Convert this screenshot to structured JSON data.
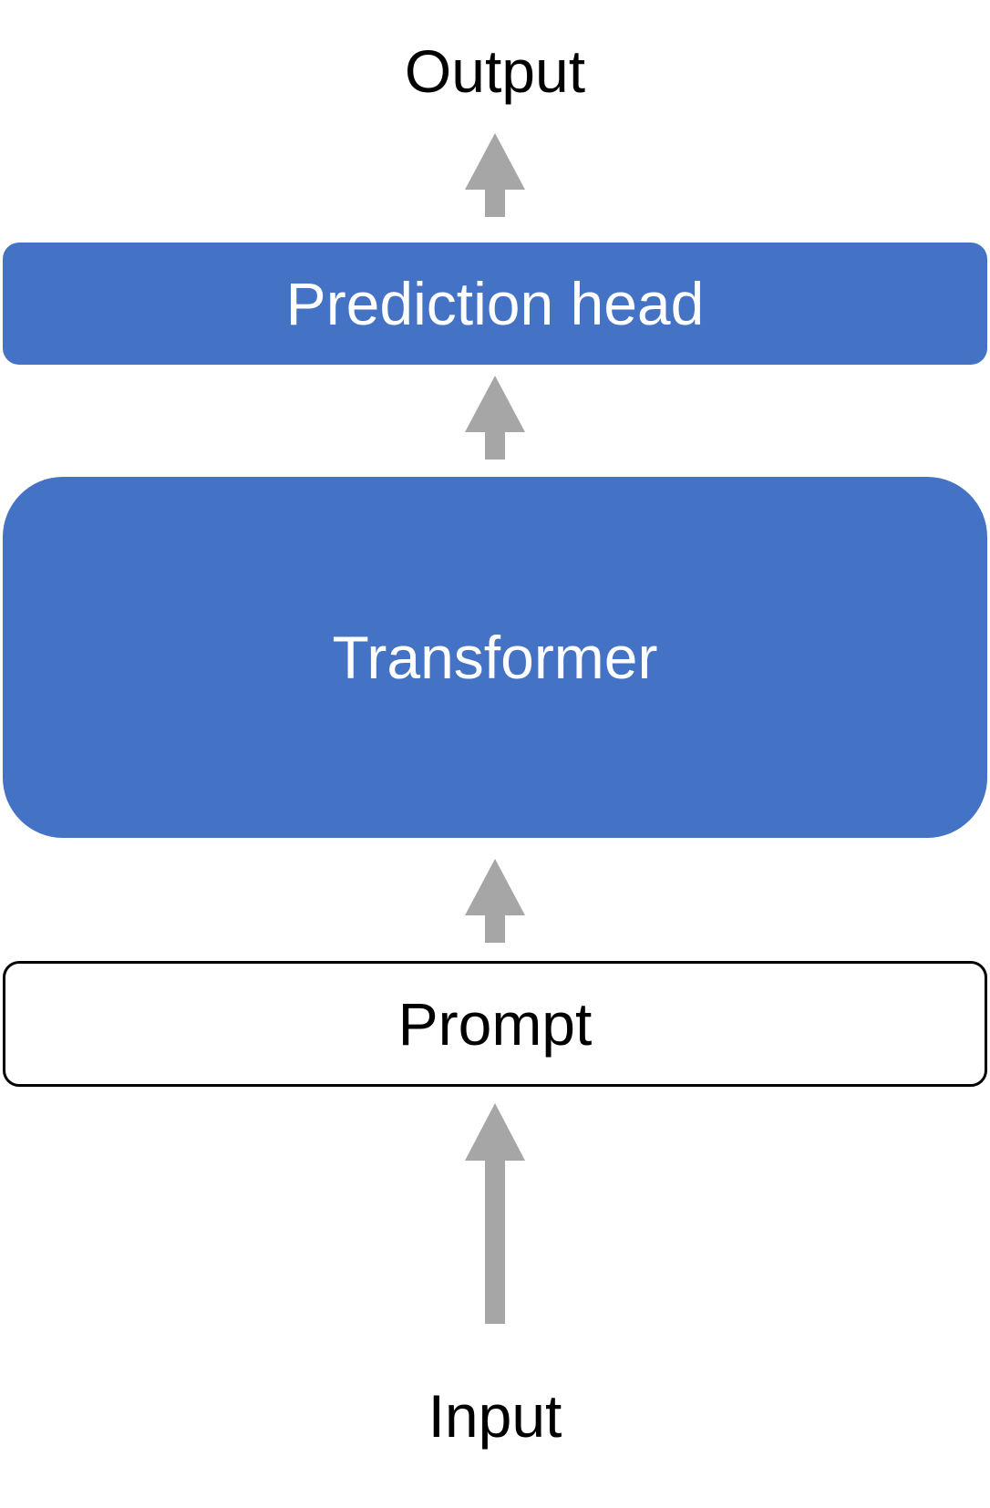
{
  "diagram": {
    "output_label": "Output",
    "input_label": "Input",
    "prediction_head_label": "Prediction head",
    "transformer_label": "Transformer",
    "prompt_label": "Prompt"
  },
  "colors": {
    "block_fill": "#4472C4",
    "block_text": "#FFFFFF",
    "prompt_fill": "#FFFFFF",
    "prompt_border": "#000000",
    "arrow": "#A6A6A6",
    "text": "#000000"
  }
}
